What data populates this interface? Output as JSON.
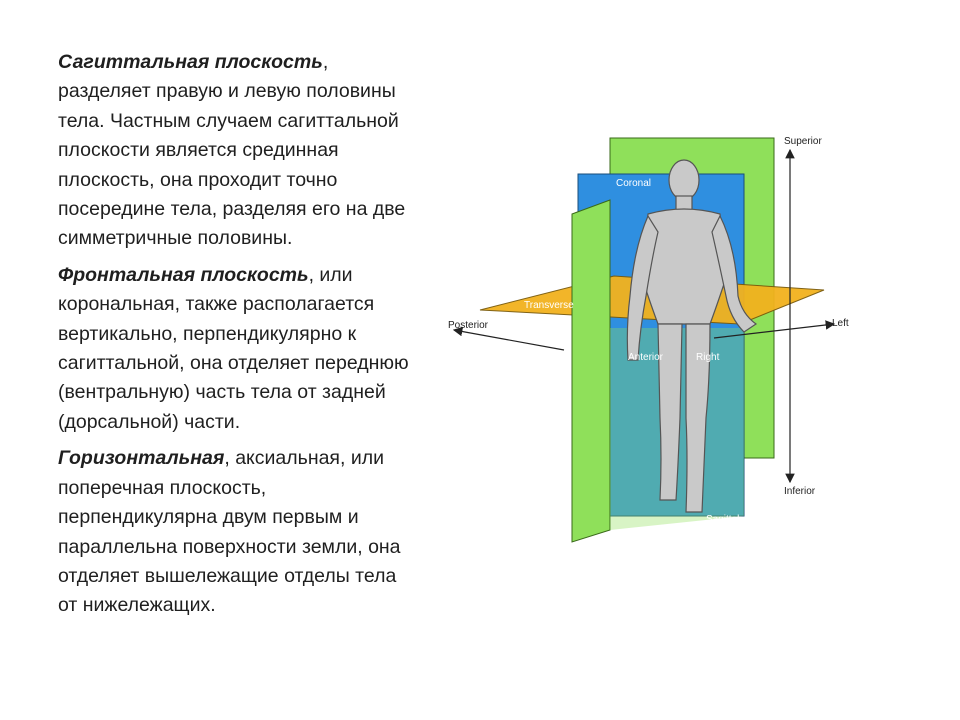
{
  "paragraphs": [
    {
      "term": "Сагиттальная плоскость",
      "rest": ", разделяет правую и левую половины тела. Частным случаем сагиттальной плоскости является срединная плоскость, она проходит точно посередине тела, разделяя его на две симметричные половины."
    },
    {
      "term": "Фронтальная плоскость",
      "rest": ", или корональная,  также располагается вертикально, перпендикулярно к сагиттальной, она отделяет переднюю (вентральную) часть тела от задней (дорсальной) части."
    },
    {
      "term": "Горизонтальная",
      "rest": ", аксиальная, или поперечная плоскость, перпендикулярна двум первым и параллельна поверхности земли, она отделяет вышележащие отделы тела от нижележащих."
    }
  ],
  "figure": {
    "labels": {
      "superior": "Superior",
      "inferior": "Inferior",
      "posterior": "Posterior",
      "left": "Left",
      "anterior": "Anterior",
      "right": "Right",
      "coronal": "Coronal",
      "transverse": "Transverse",
      "sagittal": "Sagittal"
    },
    "colors": {
      "sagittal_plane": "#8fe05a",
      "coronal_plane": "#2f8fe0",
      "transverse_plane": "#f2b21e",
      "body": "#c9c9c9"
    }
  }
}
